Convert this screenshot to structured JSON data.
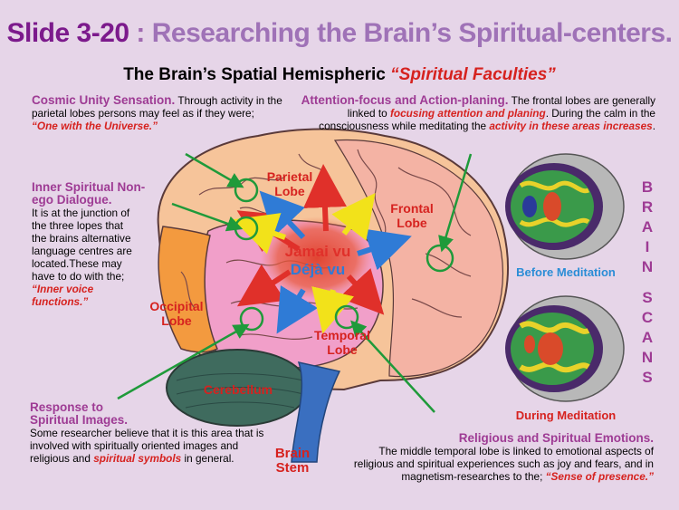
{
  "title": {
    "number": "Slide 3-20",
    "separator": " : ",
    "text": "Researching the Brain’s Spiritual-centers."
  },
  "subtitle": {
    "plain": "The Brain’s Spatial Hemispheric ",
    "emphasis": "“Spiritual Faculties”"
  },
  "blocks": {
    "cosmic": {
      "heading": "Cosmic Unity Sensation.",
      "body": "Through activity in the parietal lobes persons may feel as if they were;",
      "quote": "“One with the Universe.”"
    },
    "attention": {
      "heading": "Attention-focus and Action-planing.",
      "body1": "The frontal lobes are generally linked to",
      "em1": "focusing attention and planing",
      "body2": ". During the calm in the consciousness while meditating the",
      "em2": "activity in these areas increases",
      "end": "."
    },
    "dialogue": {
      "heading1": "Inner Spiritual Non-",
      "heading2": "ego Dialogue.",
      "body": "It is at the junction of the three lopes that the brains alternative language centres are located.These may have to do with the;",
      "quote": "“Inner voice functions.”"
    },
    "images": {
      "heading1": "Response to",
      "heading2": "Spiritual Images.",
      "body": "Some researcher believe that it is this area that is involved with spiritually oriented images and religious and",
      "em": "spiritual symbols",
      "end": " in general."
    },
    "emotions": {
      "heading": "Religious and Spiritual Emotions.",
      "body": "The middle temporal lobe is linked to emotional aspects of religious  and spiritual experiences such as joy and fears, and in magnetism-researches to the;",
      "quote": "“Sense of presence.”"
    }
  },
  "lobes": {
    "parietal": [
      "Parietal",
      "Lobe"
    ],
    "frontal": [
      "Frontal",
      "Lobe"
    ],
    "occipital": [
      "Occipital",
      "Lobe"
    ],
    "temporal": [
      "Temporal",
      "Lobe"
    ],
    "cerebellum": "Cerebellum",
    "brainstem": [
      "Brain",
      "Stem"
    ]
  },
  "center": {
    "jamais": "Jamai vu",
    "deja": "Déjà vu"
  },
  "scans": {
    "before": "Before Meditation",
    "during": "During Meditation",
    "brain_letters": [
      "B",
      "R",
      "A",
      "I",
      "N"
    ],
    "scans_letters": [
      "S",
      "C",
      "A",
      "N",
      "S"
    ]
  },
  "colors": {
    "purple": "#9e3b94",
    "red": "#d6221f",
    "green": "#1b7b2e",
    "blue": "#2a8dd6"
  }
}
